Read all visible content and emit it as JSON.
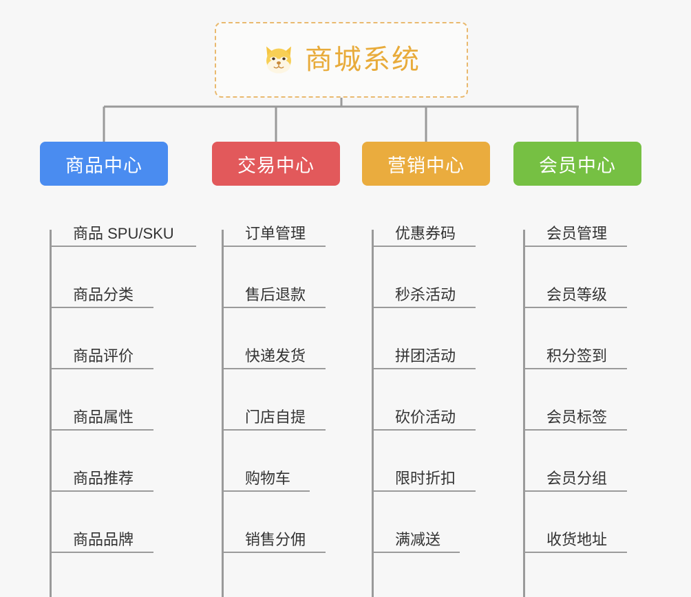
{
  "page": {
    "background_color": "#f7f7f7",
    "connector_color": "#9a9a9a",
    "leaf_text_color": "#333333"
  },
  "root": {
    "title": "商城系统",
    "icon": "shiba-dog-face-icon",
    "text_color": "#e8ab3a",
    "border_color": "#e9b96e",
    "background_color": "#fbfbfa"
  },
  "branches": [
    {
      "label": "商品中心",
      "color": "#4a8cf0",
      "items": [
        "商品 SPU/SKU",
        "商品分类",
        "商品评价",
        "商品属性",
        "商品推荐",
        "商品品牌"
      ]
    },
    {
      "label": "交易中心",
      "color": "#e2595b",
      "items": [
        "订单管理",
        "售后退款",
        "快递发货",
        "门店自提",
        "购物车",
        "销售分佣"
      ]
    },
    {
      "label": "营销中心",
      "color": "#eaac3e",
      "items": [
        "优惠券码",
        "秒杀活动",
        "拼团活动",
        "砍价活动",
        "限时折扣",
        "满减送"
      ]
    },
    {
      "label": "会员中心",
      "color": "#76c043",
      "items": [
        "会员管理",
        "会员等级",
        "积分签到",
        "会员标签",
        "会员分组",
        "收货地址"
      ]
    }
  ]
}
